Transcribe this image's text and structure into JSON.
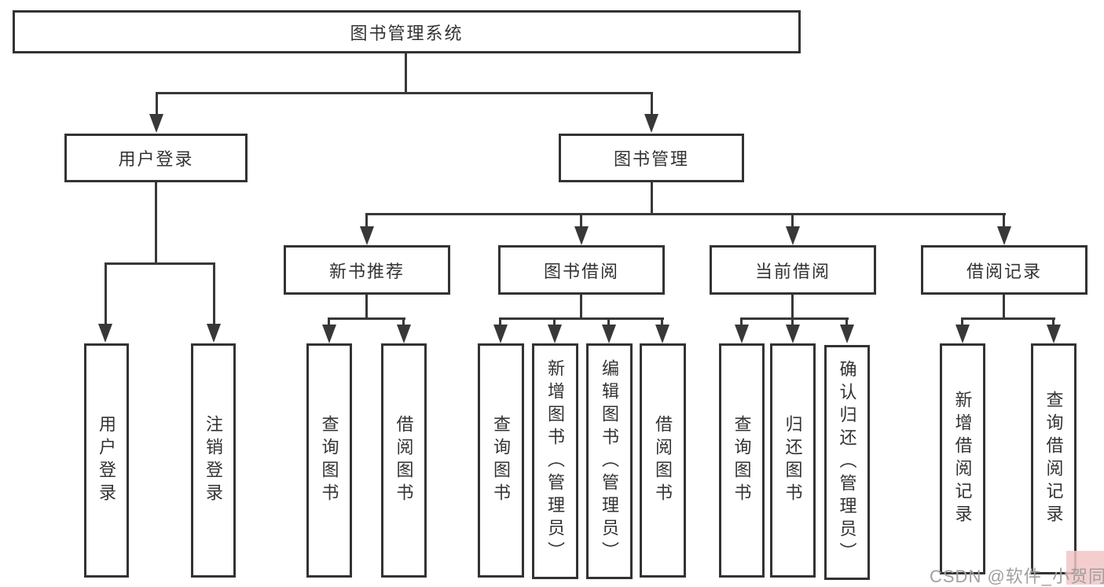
{
  "diagram": {
    "root": {
      "label": "图书管理系统"
    },
    "branches": [
      {
        "label": "用户登录",
        "children": [
          "用户登录",
          "注销登录"
        ]
      },
      {
        "label": "图书管理",
        "children": [
          {
            "label": "新书推荐",
            "children": [
              "查询图书",
              "借阅图书"
            ]
          },
          {
            "label": "图书借阅",
            "children": [
              "查询图书",
              "新增图书（管理员）",
              "编辑图书（管理员）",
              "借阅图书"
            ]
          },
          {
            "label": "当前借阅",
            "children": [
              "查询图书",
              "归还图书",
              "确认归还（管理员）"
            ]
          },
          {
            "label": "借阅记录",
            "children": [
              "新增借阅记录",
              "查询借阅记录"
            ]
          }
        ]
      }
    ]
  },
  "watermark": {
    "text": "CSDN @软件_小贺同学"
  },
  "colors": {
    "line": "#383838",
    "box_border": "#333333",
    "text": "#333333",
    "watermark_text": "#9f9f9f",
    "watermark_highlight": "#f2c6c6",
    "background": "#ffffff"
  }
}
